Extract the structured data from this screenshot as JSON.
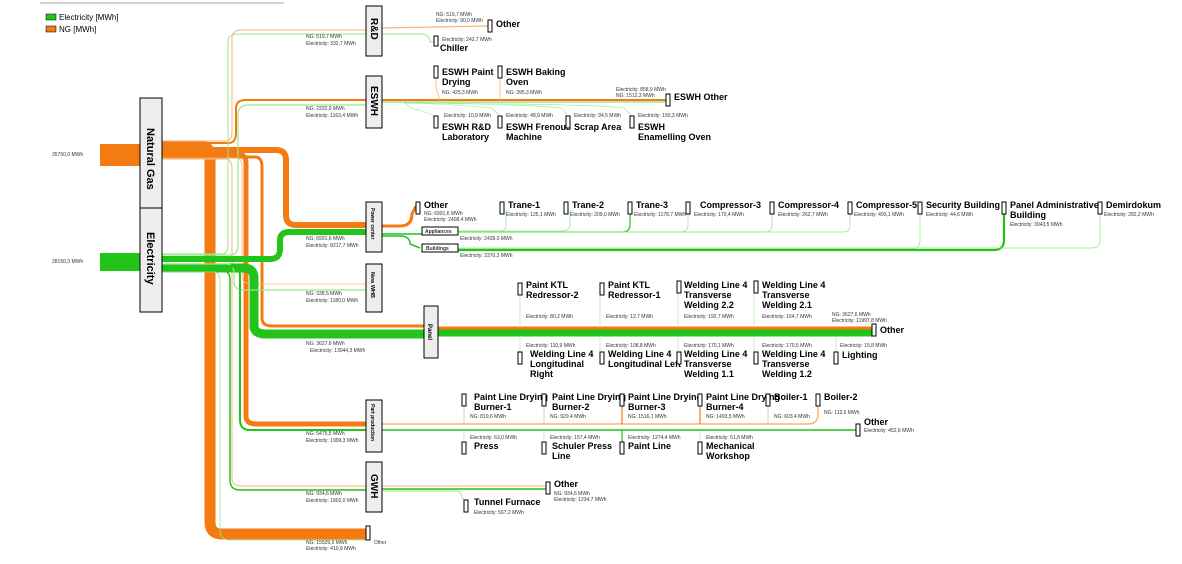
{
  "legend": {
    "electricity": "Electricity [MWh]",
    "ng": "NG [MWh]"
  },
  "colors": {
    "electricity": "#22c41a",
    "ng": "#f47a12",
    "electricity_light": "#9be68f",
    "ng_light": "#f7b57a"
  },
  "sources": {
    "natural_gas": {
      "label": "Natural Gas",
      "value": "35750,0 MWh"
    },
    "electricity": {
      "label": "Electricity",
      "value": "28150,3 MWh"
    }
  },
  "hubs": {
    "rd": {
      "label": "R&D",
      "ng": "NG: 519,7 MWh",
      "el": "Electricity: 332,7 MWh"
    },
    "eswh": {
      "label": "ESWH",
      "ng": "NG: 2332,9 MWh",
      "el": "Electricity: 1163,4 MWh"
    },
    "power": {
      "label": "Power center",
      "ng": "NG: 6991,6 MWh",
      "el": "Electricity: 8217,7 MWh"
    },
    "newwhb": {
      "label": "New WHB",
      "ng": "NG: 338,5 MWh",
      "el": "Electricity: 1180,0 MWh"
    },
    "panel": {
      "label": "Panel",
      "ng": "NG: 3627,6 MWh",
      "el": "Electricity: 13044,3 MWh"
    },
    "partprod": {
      "label": "Part production",
      "ng": "NG: 5475,5 MWh",
      "el": "Electricity: 1999,3 MWh"
    },
    "gwh": {
      "label": "GWH",
      "ng": "NG: 934,6 MWh",
      "el": "Electricity: 1802,0 MWh"
    },
    "other_bottom": {
      "label": "Other",
      "ng": "NG: 15529,5 MWh",
      "el": "Electricity: 410,9 MWh"
    }
  },
  "rd_children": {
    "other": {
      "label": "Other",
      "ng": "NG: 519,7 MWh",
      "el": "Electricity: 90,0 MWh"
    },
    "chiller": {
      "label": "Chiller",
      "el": "Electricity: 242,7 MWh"
    }
  },
  "eswh_children": {
    "paint_drying": {
      "label1": "ESWH Paint",
      "label2": "Drying",
      "ng": "NG: 425,3 MWh"
    },
    "baking_oven": {
      "label1": "ESWH Baking",
      "label2": "Oven",
      "ng": "NG: 395,3 MWh"
    },
    "other": {
      "label": "ESWH Other",
      "el": "Electricity: 858,9 MWh",
      "ng": "NG: 1512,3 MWh"
    },
    "rd_lab": {
      "label1": "ESWH R&D",
      "label2": "Laboratory",
      "el": "Electricity: 10,8 MWh"
    },
    "frenous": {
      "label1": "ESWH Frenous",
      "label2": "Machine",
      "el": "Electricity: 48,9 MWh"
    },
    "scrap": {
      "label": "Scrap Area",
      "el": "Electricity: 94,5 MWh"
    },
    "enamelling": {
      "label1": "ESWH",
      "label2": "Enamelling Oven",
      "el": "Electricity: 150,3 MWh"
    }
  },
  "power_children": {
    "other": {
      "label": "Other",
      "ng": "NG: 6991,6 MWh",
      "el": "Electricity: 2408,4 MWh"
    },
    "appliances": {
      "label": "Appliances",
      "el": "Electricity: 2439,0 MWh"
    },
    "buildings": {
      "label": "Buildings",
      "el": "Electricity: 3370,3 MWh"
    },
    "trane1": {
      "label": "Trane-1",
      "el": "Electricity: 125,1 MWh"
    },
    "trane2": {
      "label": "Trane-2",
      "el": "Electricity: 209,0 MWh"
    },
    "trane3": {
      "label": "Trane-3",
      "el": "Electricity: 1178,7 MWh"
    },
    "comp3": {
      "label": "Compressor-3",
      "el": "Electricity: 170,4 MWh"
    },
    "comp4": {
      "label": "Compressor-4",
      "el": "Electricity: 262,7 MWh"
    },
    "comp5": {
      "label": "Compressor-5",
      "el": "Electricity: 493,1 MWh"
    },
    "security": {
      "label": "Security Building",
      "el": "Electricity: 44,6 MWh"
    },
    "panel_admin": {
      "label1": "Panel Administrative",
      "label2": "Building",
      "el": "Electricity: 3043,5 MWh"
    },
    "demirdokum": {
      "label": "Demirdokum",
      "el": "Electricity: 282,2 MWh"
    }
  },
  "panel_children": {
    "ktl2": {
      "label1": "Paint KTL",
      "label2": "Redressor-2",
      "el": "Electricity: 80,2 MWh"
    },
    "ktl1": {
      "label1": "Paint KTL",
      "label2": "Redressor-1",
      "el": "Electricity: 12,7 MWh"
    },
    "wl4_22": {
      "label1": "Welding Line 4",
      "label2": "Transverse",
      "label3": "Welding 2.2",
      "el": "Electricity: 192,7 MWh"
    },
    "wl4_21": {
      "label1": "Welding Line 4",
      "label2": "Transverse",
      "label3": "Welding 2.1",
      "el": "Electricity: 164,7 MWh"
    },
    "other": {
      "label": "Other",
      "ng": "NG: 3627,6 MWh",
      "el": "Electricity: 11997,8 MWh"
    },
    "long_right": {
      "label1": "Welding Line 4",
      "label2": "Longitudinal",
      "label3": "Right",
      "el": "Electricity: 110,9 MWh"
    },
    "long_left": {
      "label1": "Welding Line 4",
      "label2": "Longitudinal Left",
      "el": "Electricity: 108,8 MWh"
    },
    "wl4_11": {
      "label1": "Welding Line 4",
      "label2": "Transverse",
      "label3": "Welding 1.1",
      "el": "Electricity: 170,1 MWh"
    },
    "wl4_12": {
      "label1": "Welding Line 4",
      "label2": "Transverse",
      "label3": "Welding 1.2",
      "el": "Electricity: 170,5 MWh"
    },
    "lighting": {
      "label": "Lighting",
      "el": "Electricity: 15,8 MWh"
    }
  },
  "partprod_children": {
    "b1": {
      "label1": "Paint Line Drying",
      "label2": "Burner-1",
      "ng": "NG: 819,6 MWh"
    },
    "b2": {
      "label1": "Paint Line Drying",
      "label2": "Burner-2",
      "ng": "NG: 929,4 MWh"
    },
    "b3": {
      "label1": "Paint Line Drying",
      "label2": "Burner-3",
      "ng": "NG: 1516,1 MWh"
    },
    "b4": {
      "label1": "Paint Line Drying",
      "label2": "Burner-4",
      "ng": "NG: 1493,5 MWh"
    },
    "boiler1": {
      "label": "Boiler-1",
      "ng": "NG: 603,4 MWh"
    },
    "boiler2": {
      "label": "Boiler-2",
      "ng": "NG: 113,6 MWh"
    },
    "other": {
      "label": "Other",
      "el": "Electricity: 452,6 MWh"
    },
    "press": {
      "label": "Press",
      "el": "Electricity: 63,0 MWh"
    },
    "schuler": {
      "label1": "Schuler Press",
      "label2": "Line",
      "el": "Electricity: 157,4 MWh"
    },
    "paintline": {
      "label": "Paint Line",
      "el": "Electricity: 1274,4 MWh"
    },
    "mech": {
      "label1": "Mechanical",
      "label2": "Workshop",
      "el": "Electricity: 51,8 MWh"
    }
  },
  "gwh_children": {
    "other": {
      "label": "Other",
      "ng": "NG: 934,6 MWh",
      "el": "Electricity: 1234,7 MWh"
    },
    "tunnel": {
      "label": "Tunnel Furnace",
      "el": "Electricity: 567,2 MWh"
    }
  }
}
